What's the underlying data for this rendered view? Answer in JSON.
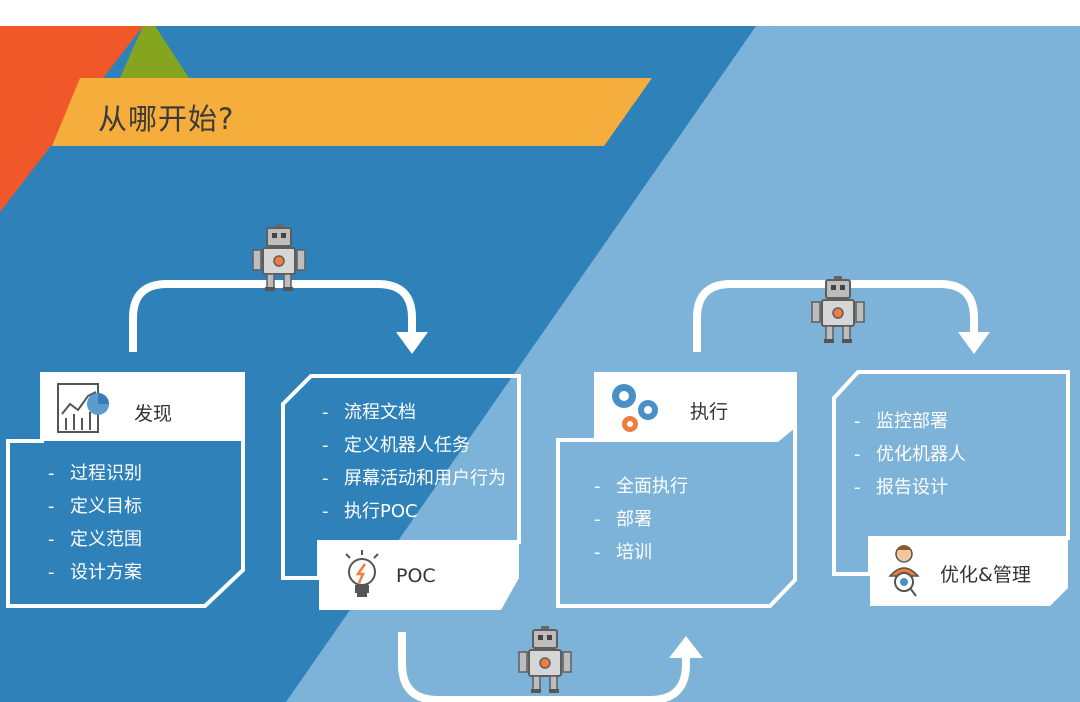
{
  "header": {
    "title": "从哪开始?"
  },
  "phases": [
    {
      "label": "发现",
      "icon": "chart-analytics-icon",
      "items": [
        "过程识别",
        "定义目标",
        "定义范围",
        "设计方案"
      ]
    },
    {
      "label": "POC",
      "icon": "lightbulb-icon",
      "items": [
        "流程文档",
        "定义机器人任务",
        "屏幕活动和用户行为",
        "执行POC"
      ]
    },
    {
      "label": "执行",
      "icon": "gears-icon",
      "items": [
        "全面执行",
        "部署",
        "培训"
      ]
    },
    {
      "label": "优化&管理",
      "icon": "engineer-icon",
      "items": [
        "监控部署",
        "优化机器人",
        "报告设计"
      ]
    }
  ],
  "colors": {
    "dark_blue": "#2f81b9",
    "light_blue": "#7db3d8",
    "orange_red": "#f0582a",
    "green": "#86a51f",
    "banner_orange": "#f5ad3b",
    "white": "#ffffff",
    "robot_gray": "#b9b9b9",
    "robot_orange": "#ef7d3d"
  }
}
